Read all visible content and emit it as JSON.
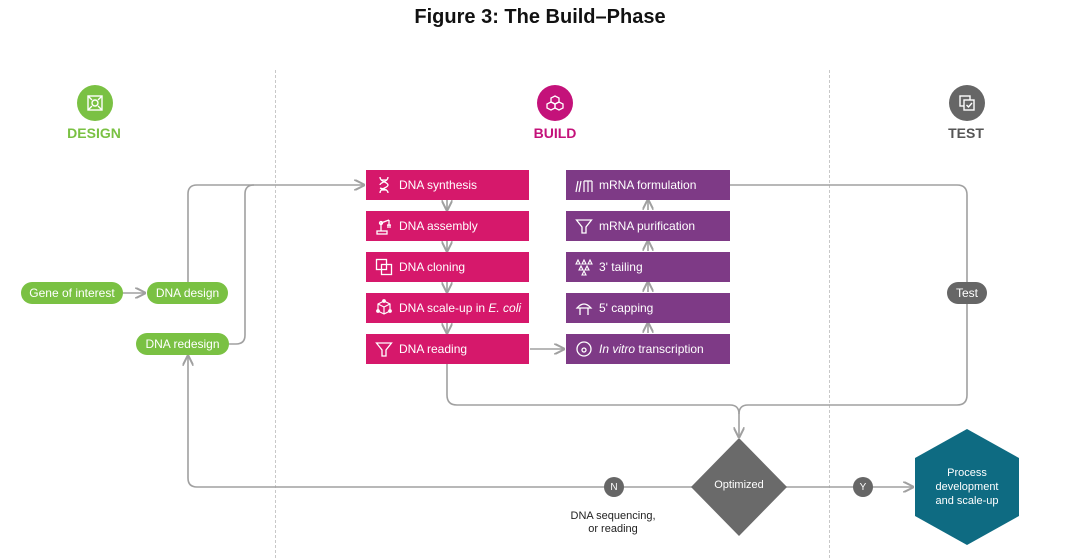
{
  "title": "Figure 3: The Build–Phase",
  "sections": {
    "design": "DESIGN",
    "build": "BUILD",
    "test": "TEST"
  },
  "colors": {
    "design": "#7ac143",
    "build": "#c4127a",
    "test": "#666666",
    "dna_box": "#d6186b",
    "mrna_box": "#7e3a86",
    "hexagon": "#0e6b82",
    "diamond": "#6a6a6a",
    "arrow": "#a0a0a0"
  },
  "design_nodes": {
    "gene_of_interest": "Gene of interest",
    "dna_design": "DNA design",
    "dna_redesign": "DNA redesign"
  },
  "dna_steps": [
    {
      "label": "DNA synthesis",
      "label_italic": "",
      "icon": "dna-helix-icon"
    },
    {
      "label": "DNA assembly",
      "label_italic": "",
      "icon": "robotic-arm-icon"
    },
    {
      "label": "DNA cloning",
      "label_italic": "",
      "icon": "overlapping-squares-icon"
    },
    {
      "label": "DNA scale-up in ",
      "label_italic": "E. coli",
      "icon": "molecule-cube-icon"
    },
    {
      "label": "DNA reading",
      "label_italic": "",
      "icon": "funnel-icon"
    }
  ],
  "mrna_steps": [
    {
      "label": "mRNA formulation",
      "label_italic": "",
      "label_prefix_italic": "",
      "icon": "lipid-icon"
    },
    {
      "label": "mRNA purification",
      "label_italic": "",
      "label_prefix_italic": "",
      "icon": "funnel-icon"
    },
    {
      "label": "3' tailing",
      "label_italic": "",
      "label_prefix_italic": "",
      "icon": "tail-triangles-icon"
    },
    {
      "label": "5' capping",
      "label_italic": "",
      "label_prefix_italic": "",
      "icon": "cap-icon"
    },
    {
      "label": " transcription",
      "label_italic": "",
      "label_prefix_italic": "In vitro",
      "icon": "circle-dot-icon"
    }
  ],
  "test_node": "Test",
  "decision": "Optimized",
  "no_label": "N",
  "yes_label": "Y",
  "sequencing_note_line1": "DNA sequencing,",
  "sequencing_note_line2": "or reading",
  "outcome_line1": "Process",
  "outcome_line2": "development",
  "outcome_line3": "and scale-up"
}
